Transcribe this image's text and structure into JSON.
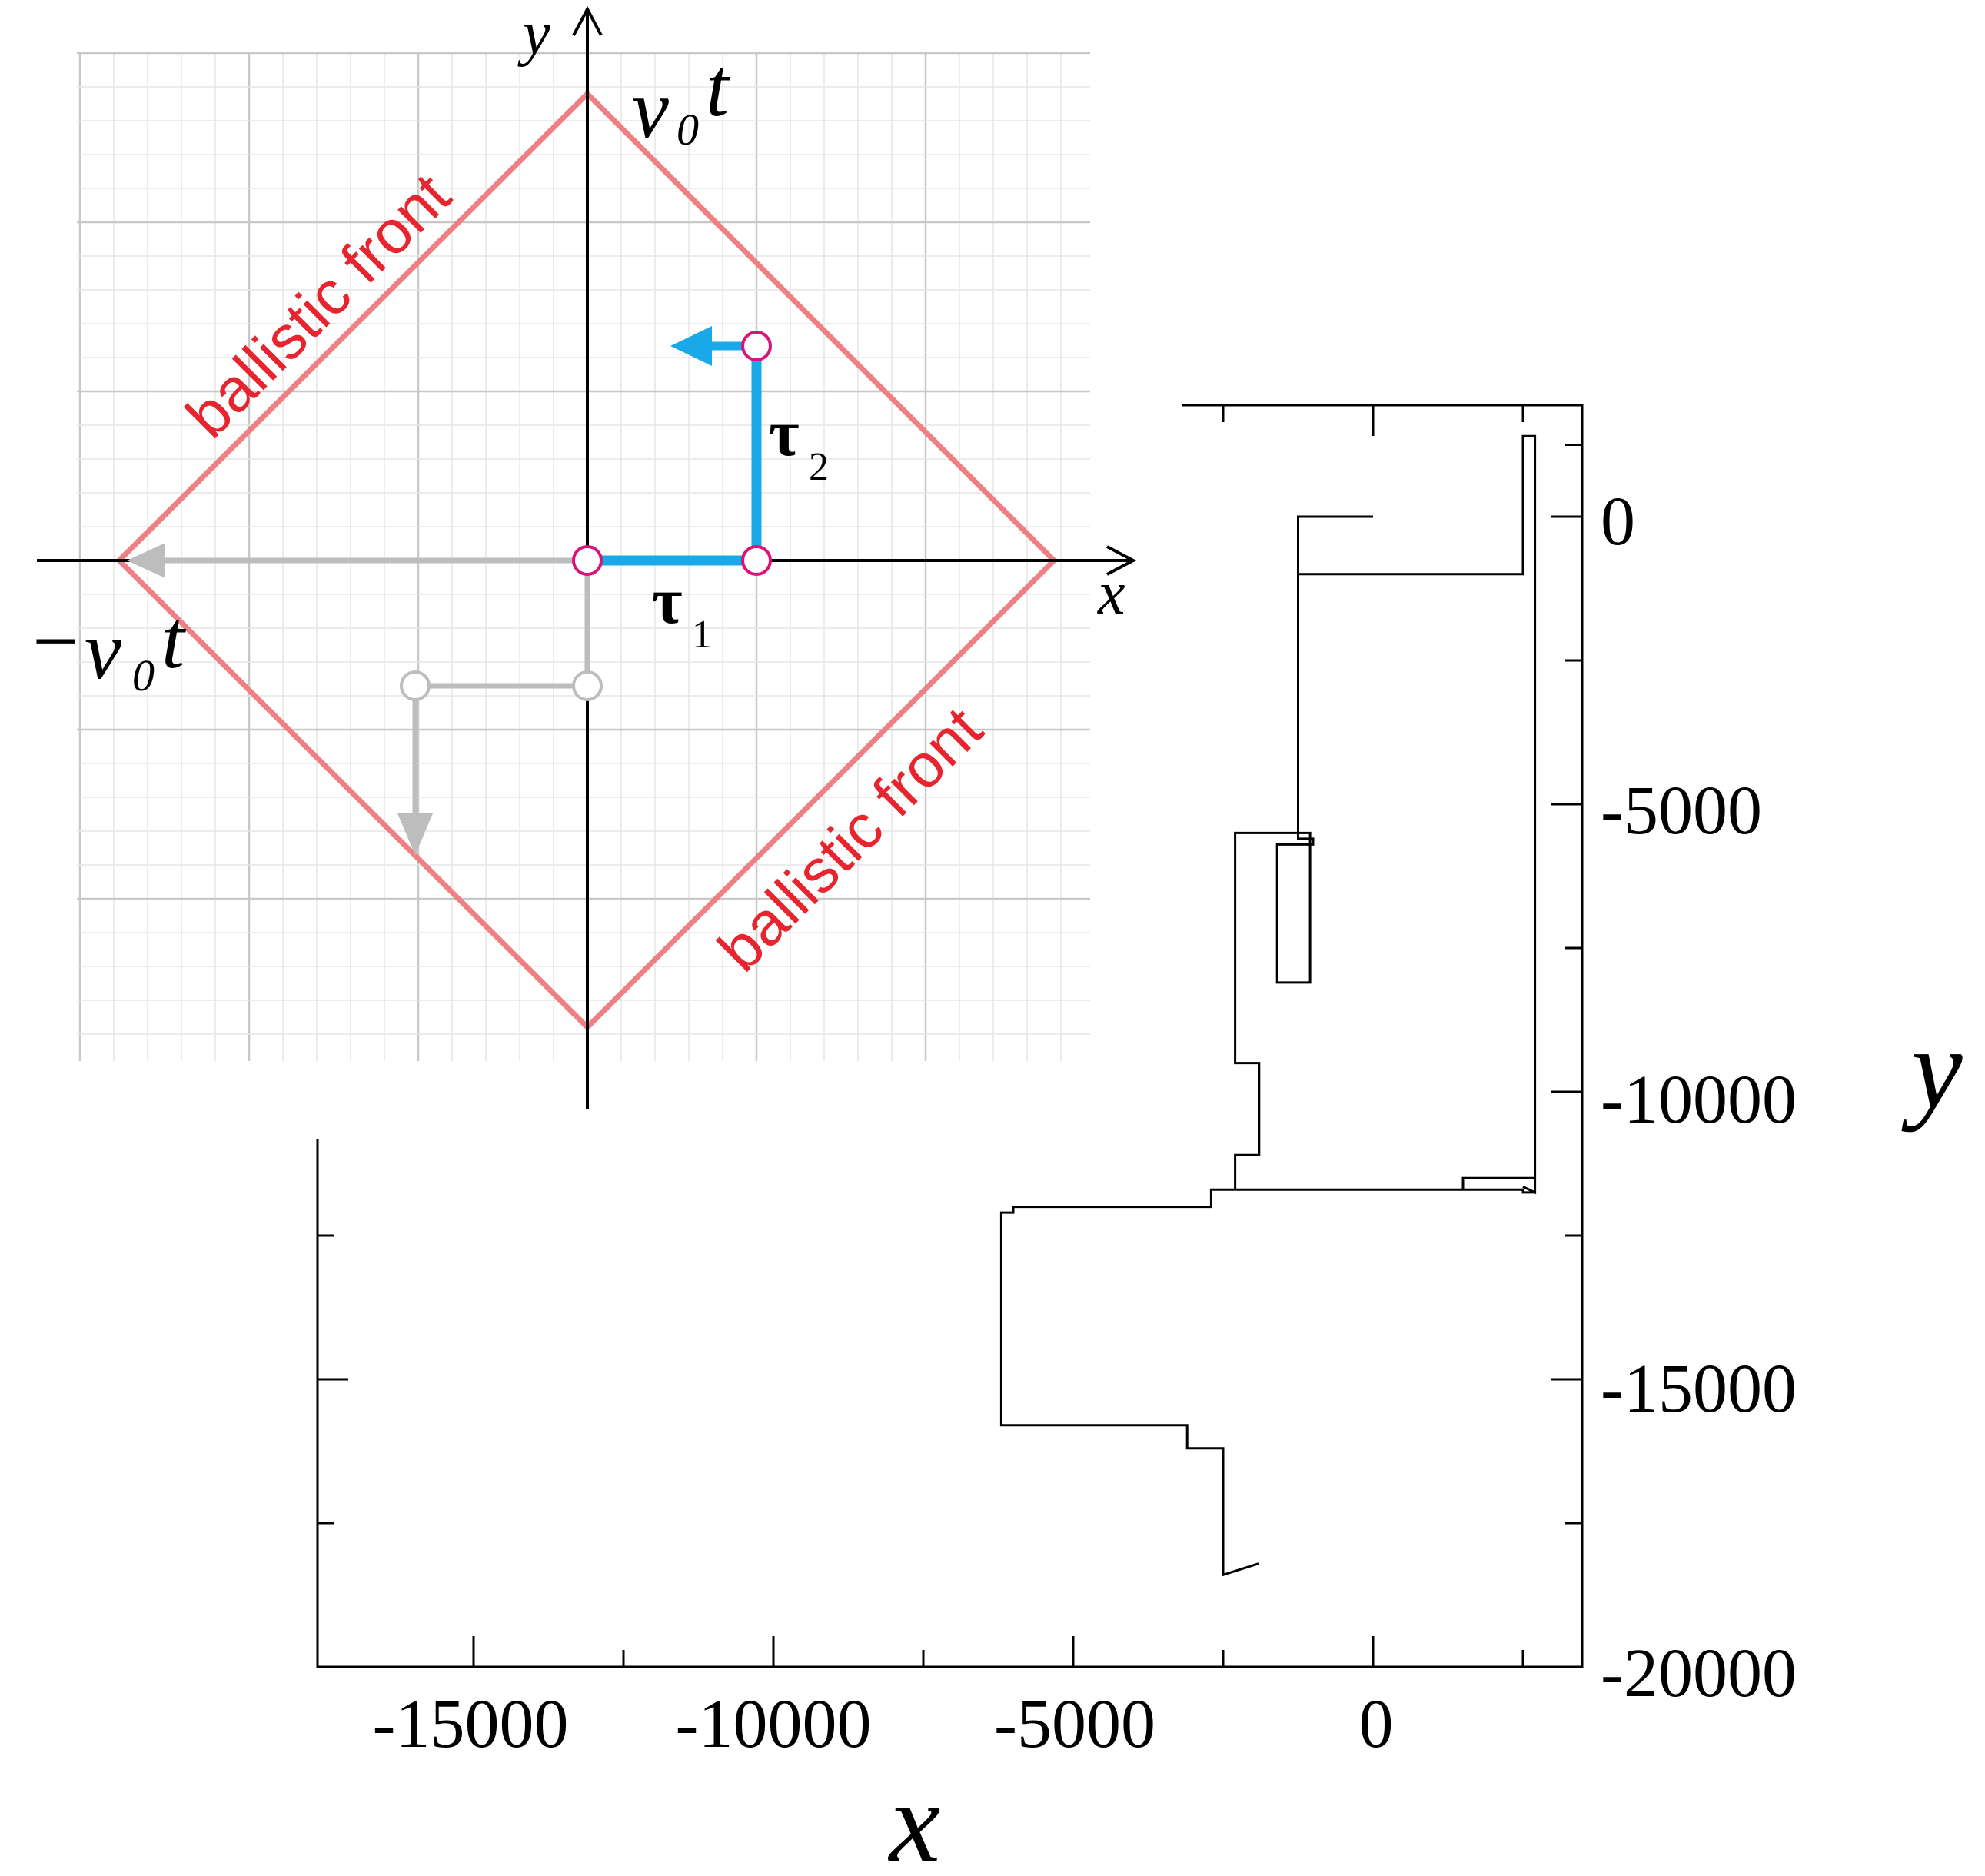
{
  "colors": {
    "front": "#ee7f82",
    "front_text": "#e8242f",
    "active_path": "#19a8e8",
    "ghost_path": "#bdbdbd",
    "node_active": "#d9137a",
    "axis": "#000000",
    "grid_major": "#c8c8c8",
    "grid_minor": "#e6e6e6",
    "trajectory": "#000000"
  },
  "schematic": {
    "x_axis_label": "x",
    "y_axis_label": "y",
    "top_vertex_label_main": "v",
    "top_vertex_label_sub": "0",
    "top_vertex_label_t": "t",
    "left_vertex_label_minus": "−",
    "left_vertex_label_main": "v",
    "left_vertex_label_sub": "0",
    "left_vertex_label_t": "t",
    "tau1_main": "τ",
    "tau1_sub": "1",
    "tau2_main": "τ",
    "tau2_sub": "2",
    "front_label_upper": "ballistic front",
    "front_label_lower": "ballistic front"
  },
  "trajectory_plot": {
    "xlabel": "x",
    "ylabel": "y",
    "x_tick_labels": [
      "-15000",
      "-10000",
      "-5000",
      "0"
    ],
    "y_tick_labels": [
      "0",
      "-5000",
      "-10000",
      "-15000",
      "-20000"
    ]
  },
  "chart_data": {
    "type": "line",
    "title": "",
    "xlabel": "x",
    "ylabel": "y",
    "xlim": [
      -17500,
      3500
    ],
    "ylim": [
      -20000,
      2000
    ],
    "x_ticks": [
      -15000,
      -10000,
      -5000,
      0
    ],
    "y_ticks": [
      0,
      -5000,
      -10000,
      -15000,
      -20000
    ],
    "grid": false,
    "series": [
      {
        "x": [
          2500,
          2700,
          2700,
          2500,
          2500,
          -1250,
          -1250,
          0,
          -1250,
          -1250,
          -1000,
          -1000,
          -1600,
          -1600,
          -1050,
          -1050,
          -2300,
          -2300,
          -1900,
          -1900,
          -2300,
          -2300,
          -2300,
          1500,
          1500,
          2700,
          2700,
          2500,
          2500,
          -2300,
          -2700,
          -2700,
          -6000,
          -6000,
          -6200,
          -6200,
          -3100,
          -3100,
          -2500,
          -2500,
          -1900
        ],
        "y": [
          -11650,
          -11750,
          1400,
          1400,
          -1000,
          -1000,
          0,
          0,
          0,
          -5600,
          -5600,
          -5700,
          -5700,
          -8100,
          -8100,
          -5500,
          -5500,
          -9500,
          -9500,
          -11100,
          -11100,
          -11500,
          -11700,
          -11700,
          -11500,
          -11500,
          -11750,
          -11750,
          -11700,
          -11700,
          -11700,
          -12000,
          -12000,
          -12100,
          -12100,
          -15800,
          -15800,
          -16200,
          -16200,
          -18400,
          -18200
        ]
      }
    ]
  }
}
